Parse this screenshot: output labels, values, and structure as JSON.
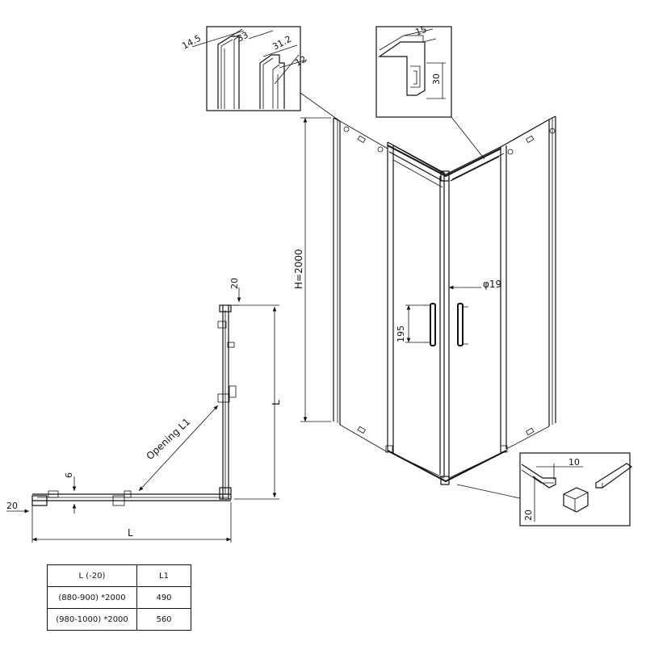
{
  "labels": {
    "height": "H=2000",
    "handle_diameter": "φ19",
    "handle_length": "195",
    "top_offset": "20",
    "side_length": "L",
    "bottom_length": "L",
    "left_offset": "20",
    "bottom_offset": "6",
    "opening": "Opening L1"
  },
  "details": {
    "profile": {
      "a": "14.5",
      "b": "33",
      "c": "31.2",
      "d": "12"
    },
    "top_rail": {
      "width": "15",
      "height": "30"
    },
    "corner": {
      "width": "10",
      "height": "20"
    }
  },
  "table": {
    "headers": [
      "L (-20)",
      "L1"
    ],
    "rows": [
      [
        "(880-900) *2000",
        "490"
      ],
      [
        "(980-1000) *2000",
        "560"
      ]
    ]
  }
}
